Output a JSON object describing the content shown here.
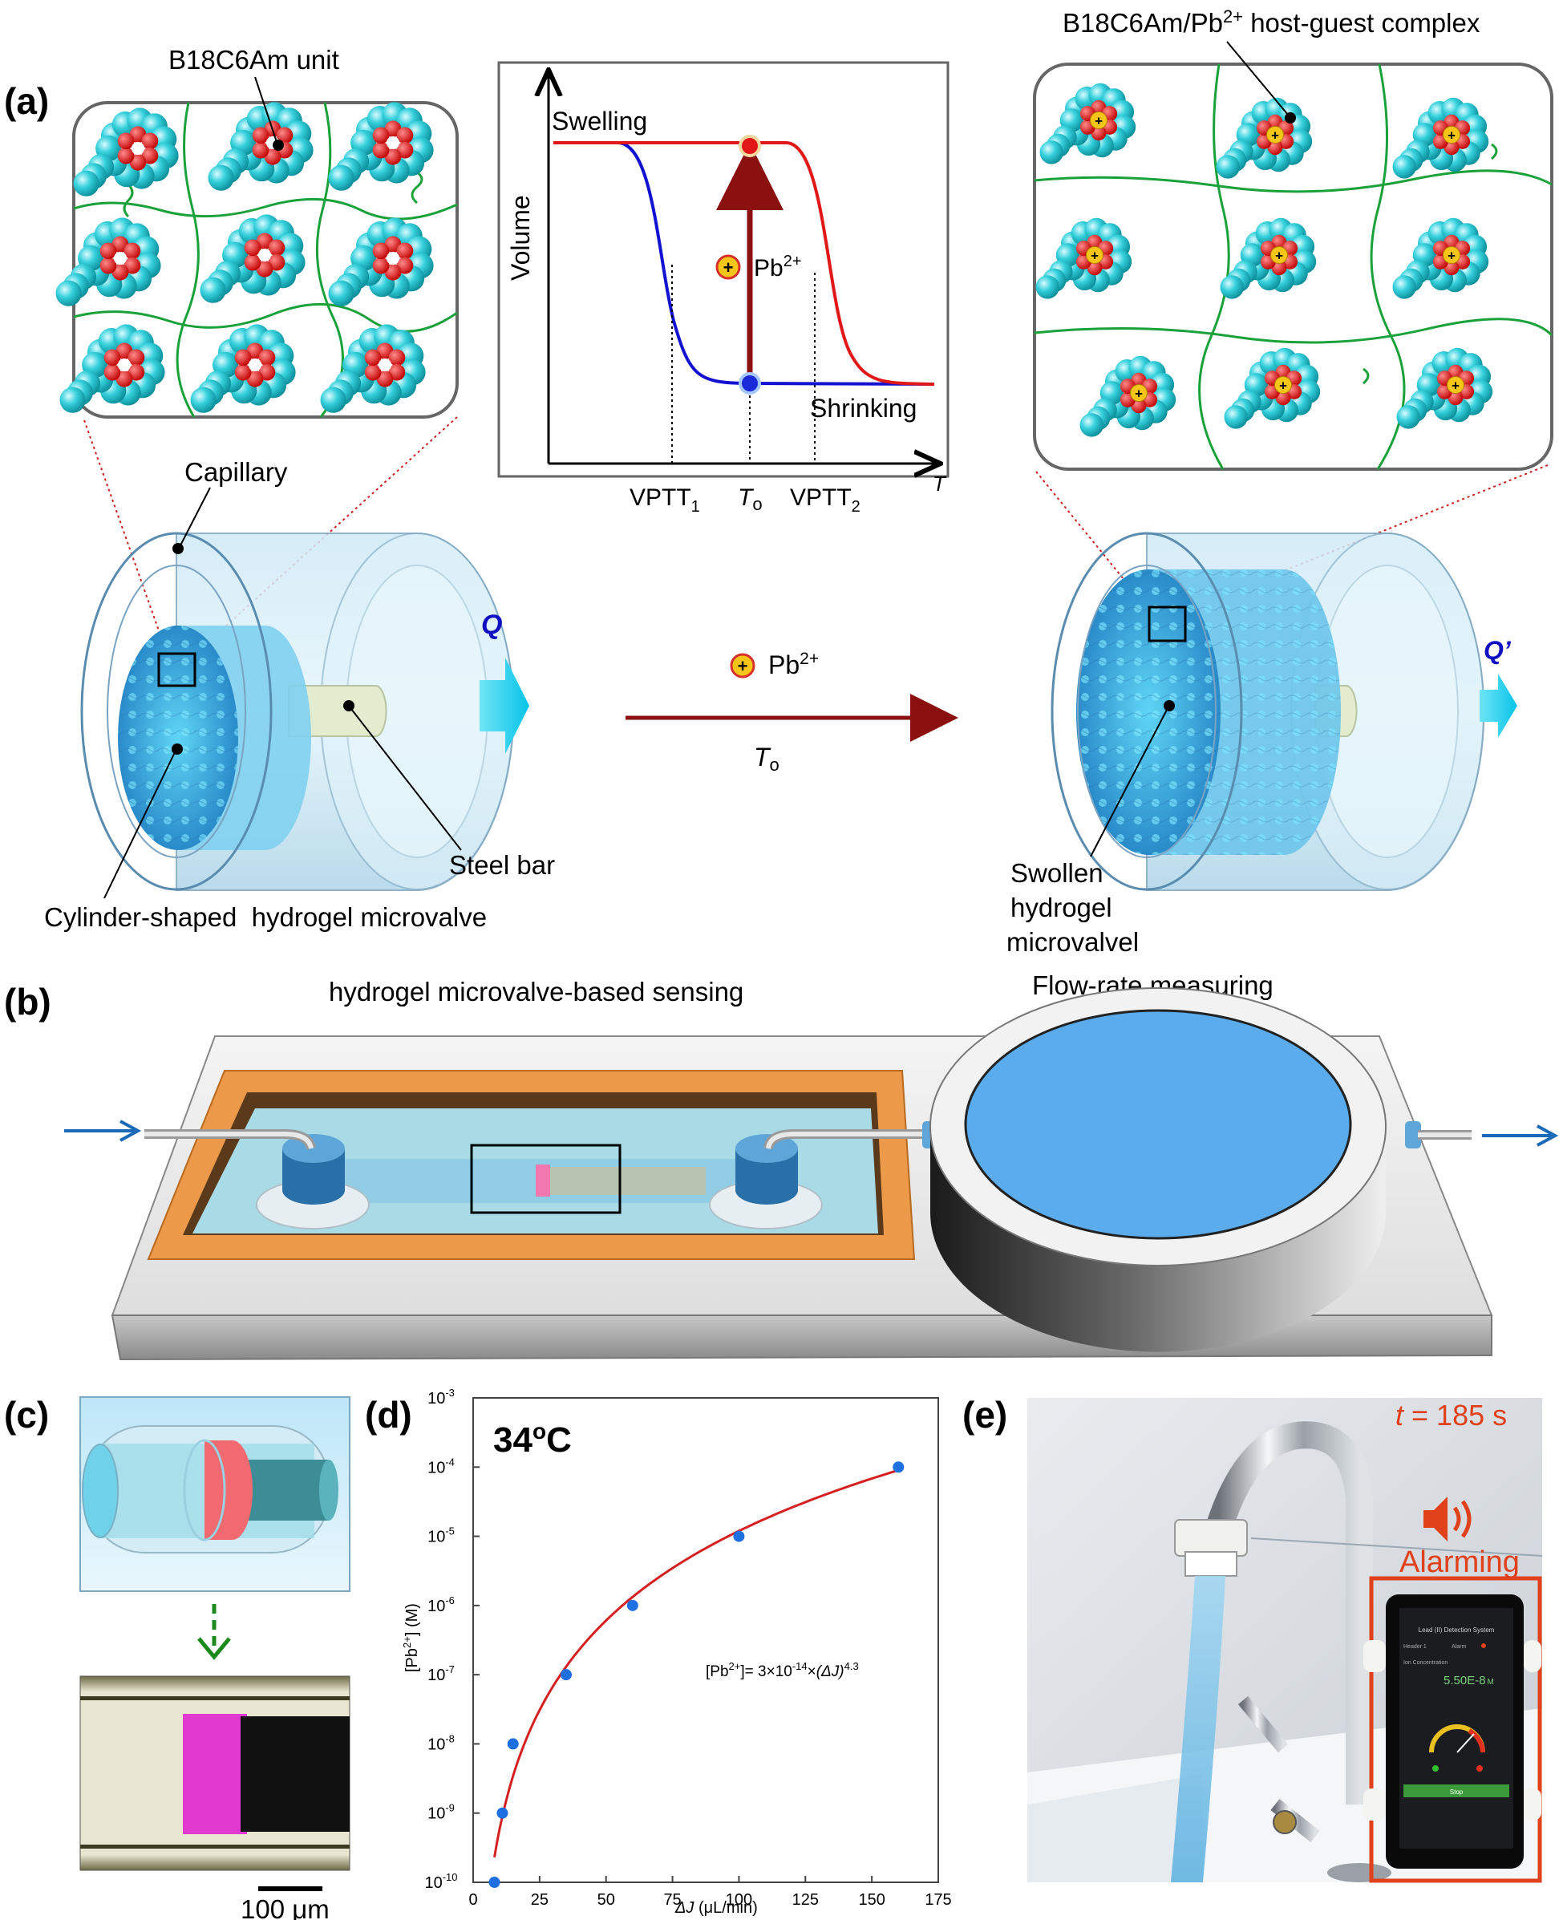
{
  "panel_labels": {
    "a": "(a)",
    "b": "(b)",
    "c": "(c)",
    "d": "(d)",
    "e": "(e)"
  },
  "panel_a": {
    "left_callout": "B18C6Am unit",
    "right_callout_main": "B18C6Am/Pb",
    "right_callout_sup": "2+",
    "right_callout_tail": " host-guest complex",
    "capillary": "Capillary",
    "steel_bar": "Steel bar",
    "cylinder_label": "Cylinder-shaped  hydrogel microvalve",
    "swollen_label": [
      "Swollen",
      "hydrogel",
      "microvalvel"
    ],
    "flow_left": "Q",
    "flow_right": "Q’",
    "arrow_ion": "Pb",
    "arrow_ion_sup": "2+",
    "arrow_temp": "T",
    "arrow_temp_sub": "o",
    "mol_cation": "+"
  },
  "inset_chart": {
    "ylabel": "Volume",
    "xlabel": "T",
    "swelling": "Swelling",
    "shrinking": "Shrinking",
    "ion": "Pb",
    "ion_sup": "2+",
    "ticks": [
      {
        "main": "VPTT",
        "sub": "1"
      },
      {
        "main": "T",
        "sub": "o"
      },
      {
        "main": "VPTT",
        "sub": "2"
      }
    ]
  },
  "panel_b": {
    "sensing": "hydrogel microvalve-based sensing",
    "flow": "Flow-rate measuring"
  },
  "panel_c": {
    "scale": "100 μm"
  },
  "chart_data": {
    "type": "scatter",
    "title": "34°C",
    "title_main": "34",
    "title_sup": "o",
    "title_unit": "C",
    "xlabel": "ΔJ (μL/min)",
    "ylabel": "[Pb2+] (M)",
    "xlim": [
      0,
      175
    ],
    "ylim_log10": [
      -10,
      -3
    ],
    "x_scale": "linear",
    "y_scale": "log",
    "x_ticks": [
      "0",
      "25",
      "50",
      "75",
      "100",
      "125",
      "150",
      "175"
    ],
    "y_ticks": [
      {
        "base": "10",
        "exp": "-10"
      },
      {
        "base": "10",
        "exp": "-9"
      },
      {
        "base": "10",
        "exp": "-8"
      },
      {
        "base": "10",
        "exp": "-7"
      },
      {
        "base": "10",
        "exp": "-6"
      },
      {
        "base": "10",
        "exp": "-5"
      },
      {
        "base": "10",
        "exp": "-4"
      },
      {
        "base": "10",
        "exp": "-3"
      }
    ],
    "points": [
      {
        "x": 8,
        "y": 1e-10
      },
      {
        "x": 11,
        "y": 1e-09
      },
      {
        "x": 15,
        "y": 1e-08
      },
      {
        "x": 35,
        "y": 1e-07
      },
      {
        "x": 60,
        "y": 1e-06
      },
      {
        "x": 100,
        "y": 1e-05
      },
      {
        "x": 160,
        "y": 0.0001
      }
    ],
    "fit": {
      "coefficient": 3e-14,
      "exponent": 4.3
    },
    "equation": "[Pb2+]= 3×10-14×(ΔJ)4.3",
    "grid": false,
    "point_color": "#1e6fe0",
    "fit_color": "#d42020"
  },
  "panel_e": {
    "time": "t = 185 s",
    "time_var": "t",
    "time_rest": " = 185 s",
    "alarm": "Alarming",
    "phone_title": "Lead (II) Detection System",
    "phone_menu": "Header 1",
    "phone_alarm": "Alarm",
    "phone_conc_label": "Ion Concentration",
    "phone_conc": "5.50E-8",
    "phone_unit": "M",
    "phone_button": "Stop"
  },
  "colors": {
    "cyan": "#2ec9d6",
    "dark_red_arrow": "#8b1010",
    "flow_blue": "#1010c0",
    "network_green": "#1aa13a",
    "alarm_red": "#e0401a"
  }
}
